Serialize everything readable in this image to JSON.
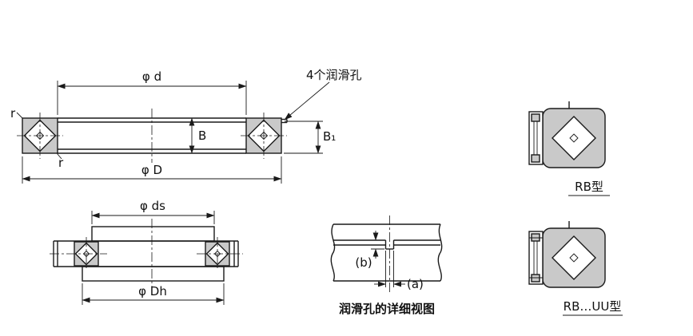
{
  "main_view": {
    "phi_d": "φ d",
    "lube_note": "4个润滑孔",
    "B": "B",
    "B1": "B₁",
    "r1": "r",
    "r2": "r",
    "phi_D": "φ D"
  },
  "mounted_view": {
    "phi_ds": "φ ds",
    "phi_Dh": "φ Dh"
  },
  "hole_detail": {
    "b": "(b)",
    "a": "(a)",
    "caption": "润滑孔的详细视图"
  },
  "types": {
    "rb": "RB型",
    "rb_uu": "RB…UU型"
  },
  "colors": {
    "line": "#1a1a1a",
    "part_fill": "#c9c9c9",
    "background": "#ffffff"
  }
}
